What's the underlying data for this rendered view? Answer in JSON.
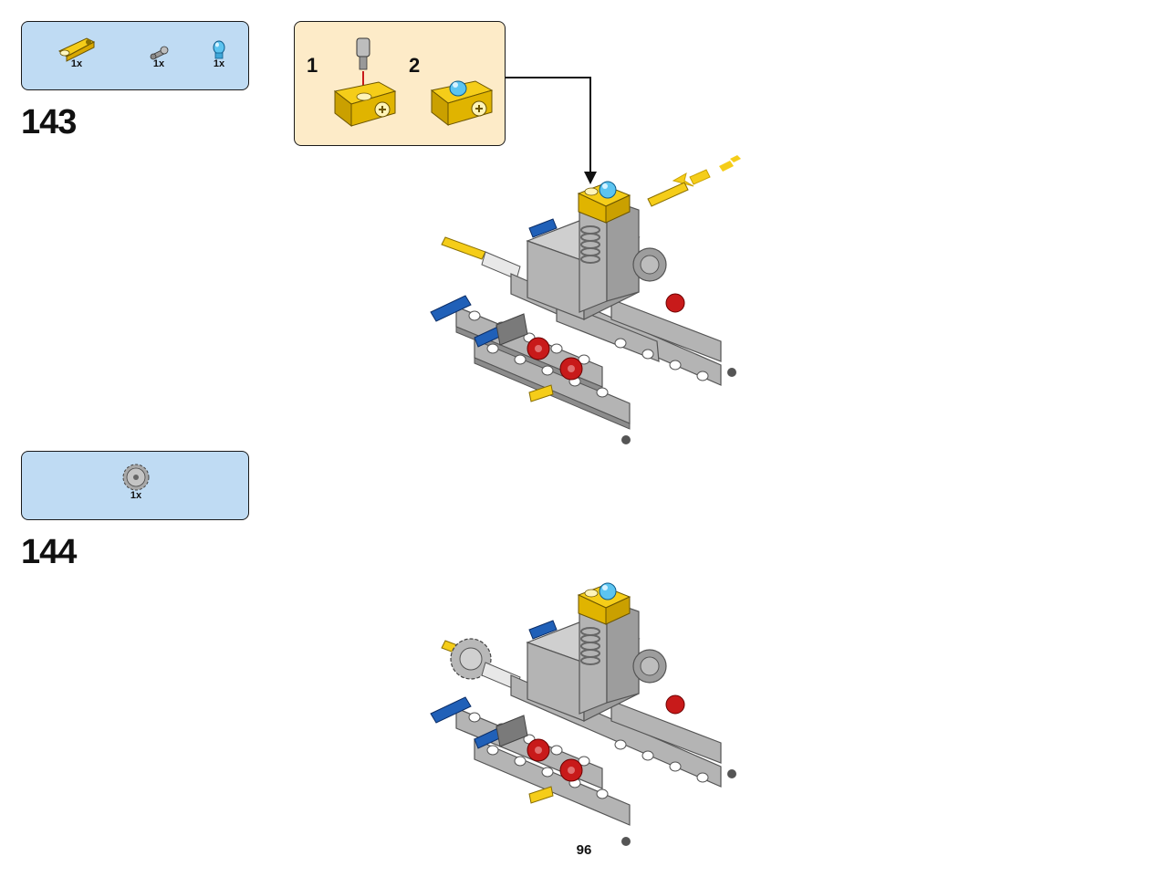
{
  "step143": {
    "number": "143",
    "parts": [
      {
        "icon": "yellow-connector-icon",
        "qty": "1x"
      },
      {
        "icon": "grey-pin-icon",
        "qty": "1x"
      },
      {
        "icon": "blue-bush-icon",
        "qty": "1x"
      }
    ],
    "subassembly": {
      "substep1": "1",
      "substep2": "2"
    }
  },
  "step144": {
    "number": "144",
    "parts": [
      {
        "icon": "grey-gear-icon",
        "qty": "1x"
      }
    ]
  },
  "page_number": "96",
  "colors": {
    "parts_box": "#bfdbf3",
    "subassembly_box": "#fdebc8",
    "technic_yellow": "#f5cd19",
    "technic_grey": "#a8a8a8",
    "technic_blue": "#2060b8",
    "technic_red": "#c81a1a",
    "transparent_blue": "#5cc4f0"
  }
}
